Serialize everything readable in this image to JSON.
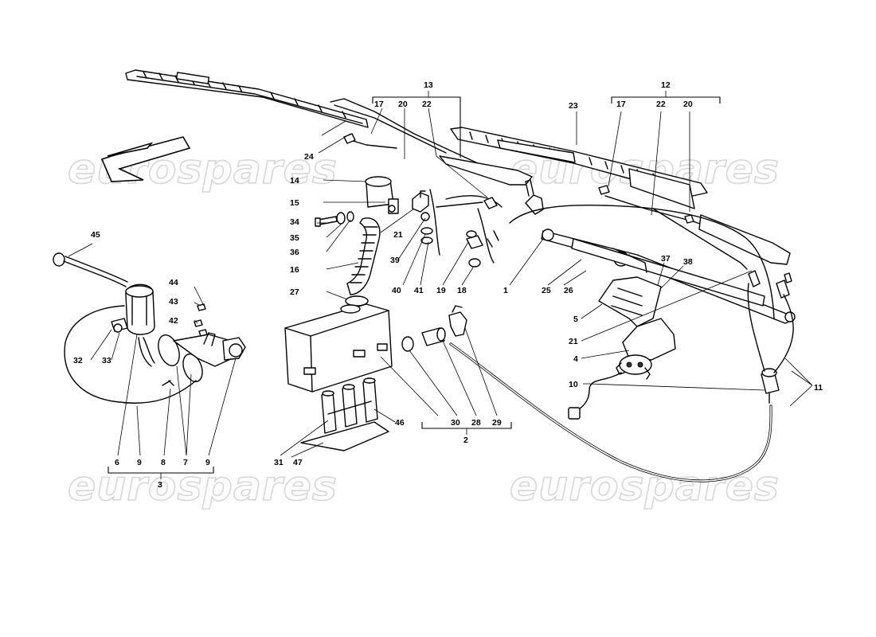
{
  "watermark": "eurospares",
  "callouts": {
    "c1": "1",
    "c2": "2",
    "c3": "3",
    "c4": "4",
    "c5": "5",
    "c6": "6",
    "c7": "7",
    "c8": "8",
    "c9": "9",
    "c10": "10",
    "c11": "11",
    "c12": "12",
    "c13": "13",
    "c14": "14",
    "c15": "15",
    "c16": "16",
    "c17": "17",
    "c18": "18",
    "c19": "19",
    "c20": "20",
    "c21": "21",
    "c22": "22",
    "c23": "23",
    "c24": "24",
    "c25": "25",
    "c26": "26",
    "c27": "27",
    "c28": "28",
    "c29": "29",
    "c30": "30",
    "c31": "31",
    "c32": "32",
    "c33": "33",
    "c34": "34",
    "c35": "35",
    "c36": "36",
    "c37": "37",
    "c38": "38",
    "c39": "39",
    "c40": "40",
    "c41": "41",
    "c42": "42",
    "c43": "43",
    "c44": "44",
    "c45": "45",
    "c46": "46",
    "c47": "47"
  },
  "icons": {
    "direction": "front-arrow-icon",
    "horn": "horn-icon",
    "reservoir": "washer-reservoir-icon",
    "motor": "wiper-motor-icon"
  }
}
